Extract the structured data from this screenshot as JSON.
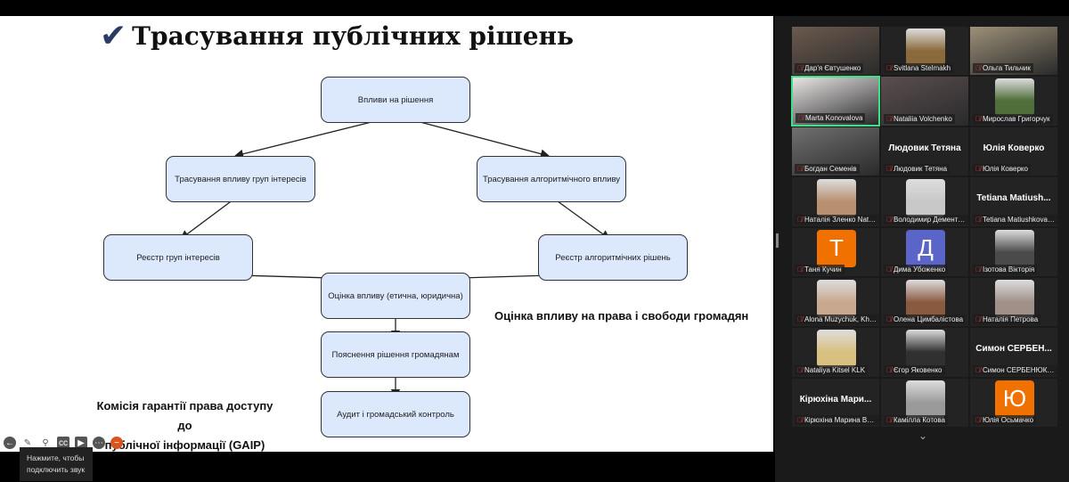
{
  "slide": {
    "title": "Трасування публічних рішень",
    "boxes": [
      "Впливи на рішення",
      "Трасування впливу груп інтересів",
      "Трасування алгоритмічного впливу",
      "Реєстр груп інтересів",
      "Реєстр алгоритмічних рішень",
      "Оцінка впливу (етична, юридична)",
      "Пояснення рішення громадянам",
      "Аудит і громадський контроль"
    ],
    "side_note": "Оцінка впливу на права і свободи громадян",
    "gaip_line1": "Комісія гарантії права доступу до",
    "gaip_line2": "публічної інформації (GAIP)"
  },
  "tooltip": {
    "line1": "Нажмите, чтобы",
    "line2": "подключить звук"
  },
  "participants": [
    {
      "name": "Дар'я Євтушенко",
      "type": "video",
      "color": "#6b5a4e"
    },
    {
      "name": "Svitlana Stelmakh",
      "type": "photo",
      "color": "#8a6a3a"
    },
    {
      "name": "Ольга Тильчик",
      "type": "video",
      "color": "#9c9078"
    },
    {
      "name": "Marta Konovalova",
      "type": "video",
      "color": "#e8e4e4",
      "active": true
    },
    {
      "name": "Nataliia Volchenko",
      "type": "video",
      "color": "#5a4e50"
    },
    {
      "name": "Мирослав Григорчук",
      "type": "photo",
      "color": "#4f6e3a"
    },
    {
      "name": "Богдан Семенів",
      "type": "video",
      "color": "#707070"
    },
    {
      "name": "Людовик Тетяна",
      "type": "text",
      "display": "Людовик Тетяна"
    },
    {
      "name": "Юлія Коверко",
      "type": "text",
      "display": "Юлія Коверко"
    },
    {
      "name": "Наталія Зленко Natal...",
      "type": "photo",
      "color": "#b89070"
    },
    {
      "name": "Володимир Дементо...",
      "type": "photo",
      "color": "#c8c8c8"
    },
    {
      "name": "Tetiana Matiushkova, ...",
      "type": "text",
      "display": "Tetiana  Matiush..."
    },
    {
      "name": "Таня Кучин",
      "type": "letter",
      "letter": "Т",
      "color": "#f07000"
    },
    {
      "name": "Дима Убоженко",
      "type": "letter",
      "letter": "Д",
      "color": "#5b64c8"
    },
    {
      "name": "Ізотова Вікторія",
      "type": "photo",
      "color": "#4a4a4a"
    },
    {
      "name": "Alona Muzychuk, KhN...",
      "type": "photo",
      "color": "#c9a890"
    },
    {
      "name": "Олена Цимбалістова",
      "type": "photo",
      "color": "#8a5a40"
    },
    {
      "name": "Наталія Петрова",
      "type": "photo",
      "color": "#a09088"
    },
    {
      "name": "Nataliya Kitsel KLK",
      "type": "photo",
      "color": "#d8c080"
    },
    {
      "name": "Єгор Яковенко",
      "type": "photo",
      "color": "#303030"
    },
    {
      "name": "Симон СЕРБЕНЮК, Х...",
      "type": "text",
      "display": "Симон  СЕРБЕН..."
    },
    {
      "name": "Кірюхіна Марина Во...",
      "type": "text",
      "display": "Кірюхіна  Мари..."
    },
    {
      "name": "Камілла Котова",
      "type": "photo",
      "color": "#9a9a9a"
    },
    {
      "name": "Юлія Осьмачко",
      "type": "letter",
      "letter": "Ю",
      "color": "#f07000"
    }
  ]
}
